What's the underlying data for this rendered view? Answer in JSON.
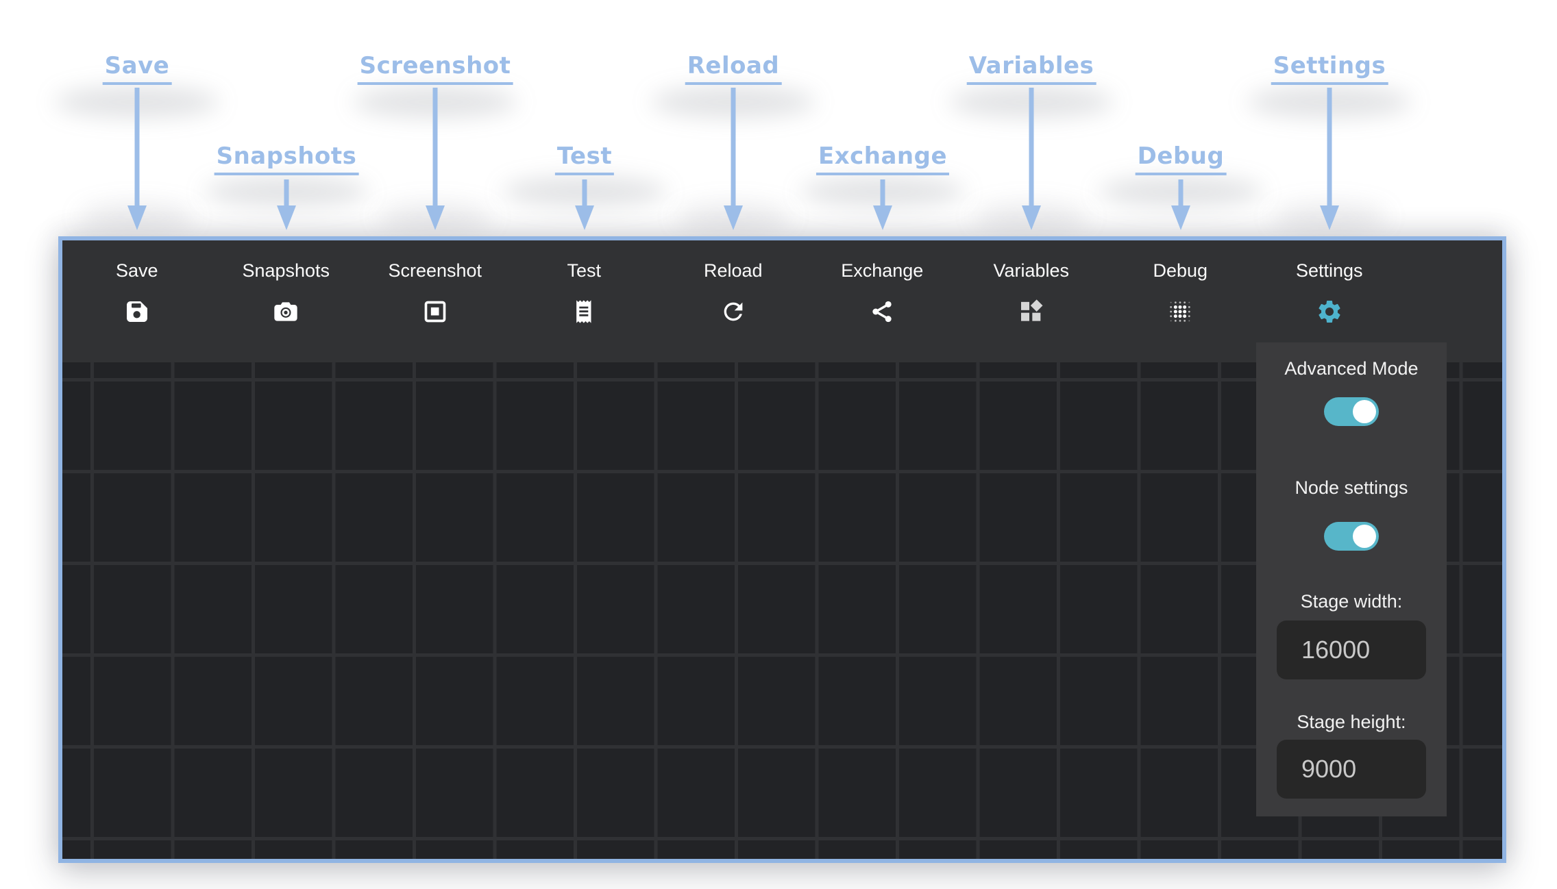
{
  "annotations": {
    "items": [
      {
        "label": "Save",
        "row": 1
      },
      {
        "label": "Snapshots",
        "row": 2
      },
      {
        "label": "Screenshot",
        "row": 1
      },
      {
        "label": "Test",
        "row": 2
      },
      {
        "label": "Reload",
        "row": 1
      },
      {
        "label": "Exchange",
        "row": 2
      },
      {
        "label": "Variables",
        "row": 1
      },
      {
        "label": "Debug",
        "row": 2
      },
      {
        "label": "Settings",
        "row": 1
      }
    ]
  },
  "toolbar": {
    "items": [
      {
        "label": "Save",
        "icon": "save-icon"
      },
      {
        "label": "Snapshots",
        "icon": "camera-icon"
      },
      {
        "label": "Screenshot",
        "icon": "screenshot-icon"
      },
      {
        "label": "Test",
        "icon": "receipt-icon"
      },
      {
        "label": "Reload",
        "icon": "reload-icon"
      },
      {
        "label": "Exchange",
        "icon": "share-icon"
      },
      {
        "label": "Variables",
        "icon": "widgets-icon"
      },
      {
        "label": "Debug",
        "icon": "dots-grid-icon"
      },
      {
        "label": "Settings",
        "icon": "gear-icon",
        "active": true
      }
    ]
  },
  "settings_panel": {
    "advanced_mode_label": "Advanced Mode",
    "advanced_mode_on": true,
    "node_settings_label": "Node settings",
    "node_settings_on": true,
    "stage_width_label": "Stage width:",
    "stage_width_value": "16000",
    "stage_height_label": "Stage height:",
    "stage_height_value": "9000"
  },
  "colors": {
    "annotation-blue": "#9cbde8",
    "window-border": "#90b4e3",
    "accent-teal": "#4eb3cd",
    "toggle-teal": "#57b6c9",
    "toolbar-bg": "#313234",
    "panel-bg": "#3b3b3d",
    "stage-cell": "#222326",
    "stage-line": "#303134",
    "input-bg": "#272727"
  }
}
